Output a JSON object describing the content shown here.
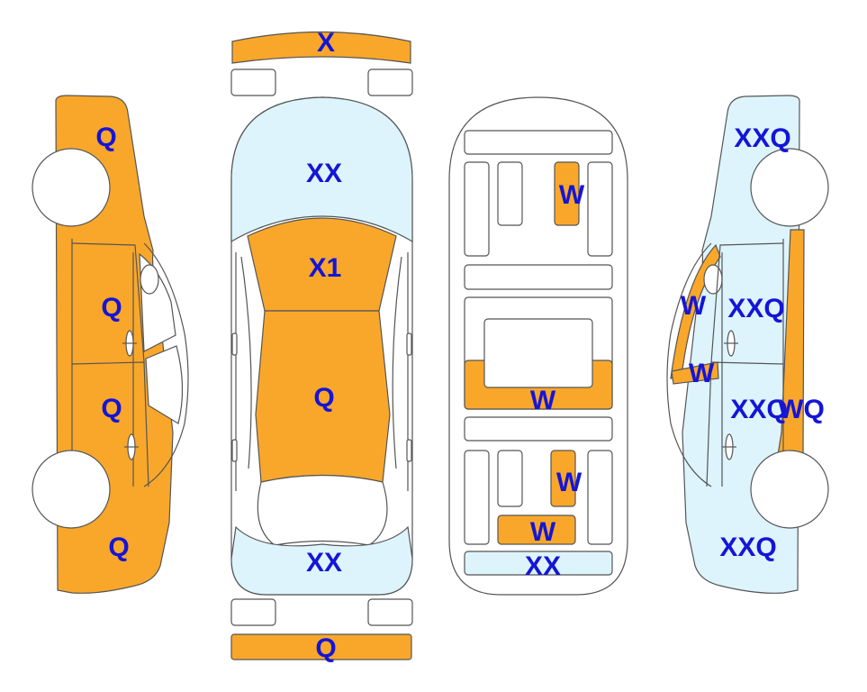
{
  "colors": {
    "damaged": "#F9A72B",
    "repainted": "#DDF4FC",
    "plain": "#FFFFFF",
    "outline": "#555555",
    "label": "#1515D6"
  },
  "labels": {
    "left_front_fender": "Q",
    "left_front_door": "Q",
    "left_rear_door": "Q",
    "left_rear_quarter": "Q",
    "front_bumper": "X",
    "hood": "XX",
    "roof_front": "X1",
    "roof_main": "Q",
    "trunk_lid": "XX",
    "rear_bumper": "Q",
    "floor_front": "W",
    "floor_center": "W",
    "floor_rear_a": "W",
    "floor_rear_b": "W",
    "floor_rear_panel": "XX",
    "right_front_fender": "XXQ",
    "right_a_pillar": "W",
    "right_front_door": "XXQ",
    "right_b_pillar": "W",
    "right_rear_door": "XXQ",
    "right_side_sill": "WQ",
    "right_rear_quarter": "XXQ"
  }
}
